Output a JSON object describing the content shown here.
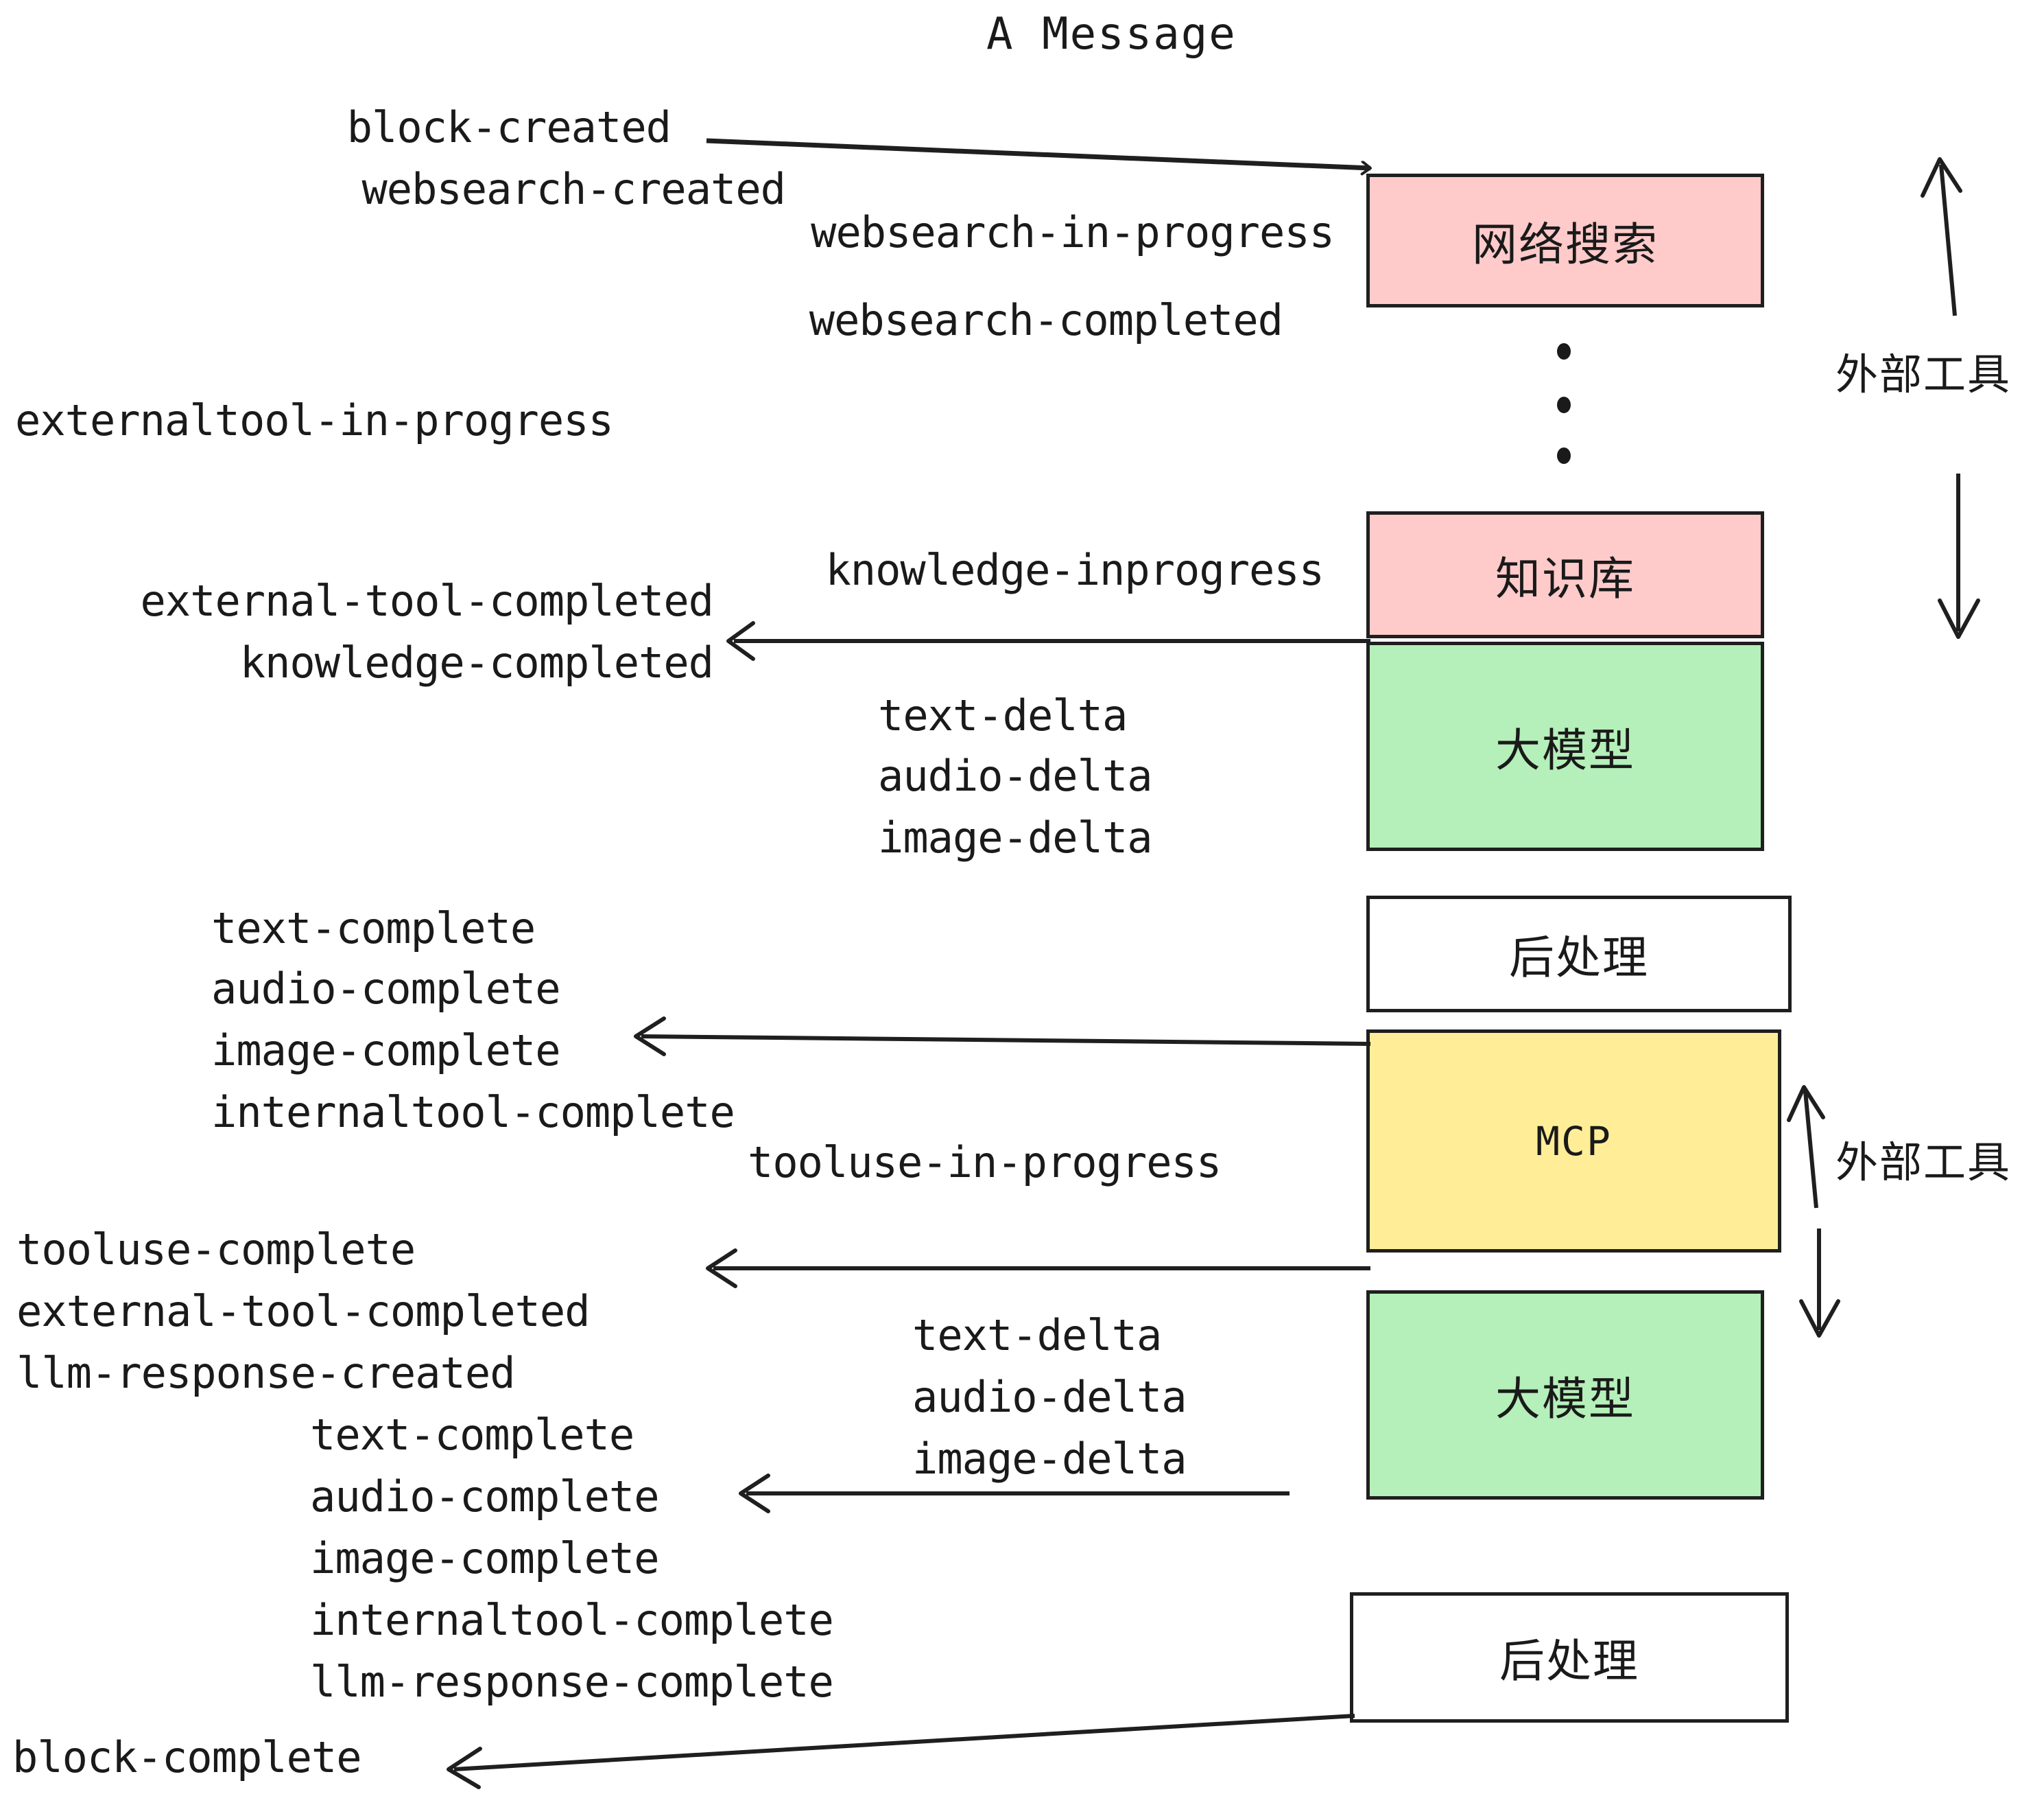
{
  "diagram": {
    "title": "A Message",
    "colors": {
      "pink": "#ffcaca",
      "green": "#b5efb9",
      "yellow": "#ffee97",
      "white": "#ffffff",
      "stroke": "#1f1f1f",
      "text": "#1a1a1a",
      "background": "#ffffff"
    }
  },
  "boxes": [
    {
      "key": "websearch",
      "label": "网络搜索",
      "color": "pink"
    },
    {
      "key": "knowledge",
      "label": "知识库",
      "color": "pink"
    },
    {
      "key": "llm_first",
      "label": "大模型",
      "color": "green"
    },
    {
      "key": "post_first",
      "label": "后处理",
      "color": "white"
    },
    {
      "key": "mcp",
      "label": "MCP",
      "color": "yellow"
    },
    {
      "key": "llm_second",
      "label": "大模型",
      "color": "green"
    },
    {
      "key": "post_second",
      "label": "后处理",
      "color": "white"
    }
  ],
  "side_brackets": [
    {
      "key": "external-tools-top",
      "label": "外部工具"
    },
    {
      "key": "external-tools-bottom",
      "label": "外部工具"
    }
  ],
  "events": {
    "block_created": "block-created",
    "websearch_created": "websearch-created",
    "websearch_in_progress": "websearch-in-progress",
    "websearch_completed": "websearch-completed",
    "externaltool_in_progress": "externaltool-in-progress",
    "knowledge_inprogress": "knowledge-inprogress",
    "external_tool_completed_1": "external-tool-completed",
    "knowledge_completed": "knowledge-completed",
    "text_delta_1": "text-delta",
    "audio_delta_1": "audio-delta",
    "image_delta_1": "image-delta",
    "text_complete_1": "text-complete",
    "audio_complete_1": "audio-complete",
    "image_complete_1": "image-complete",
    "internaltool_complete_1": "internaltool-complete",
    "tooluse_in_progress": "tooluse-in-progress",
    "tooluse_complete": "tooluse-complete",
    "external_tool_completed_2": "external-tool-completed",
    "llm_response_created": "llm-response-created",
    "text_delta_2": "text-delta",
    "audio_delta_2": "audio-delta",
    "image_delta_2": "image-delta",
    "text_complete_2": "text-complete",
    "audio_complete_2": "audio-complete",
    "image_complete_2": "image-complete",
    "internaltool_complete_2": "internaltool-complete",
    "llm_response_complete": "llm-response-complete",
    "block_complete": "block-complete"
  }
}
